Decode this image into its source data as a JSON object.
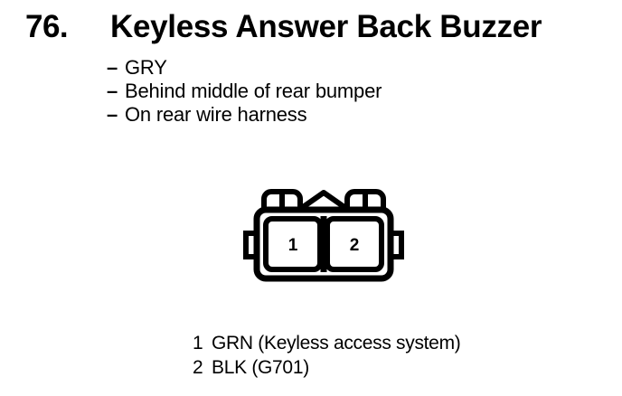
{
  "header": {
    "number": "76.",
    "title": "Keyless Answer Back Buzzer"
  },
  "details": {
    "dash": "–",
    "items": [
      {
        "text": "GRY"
      },
      {
        "text": "Behind middle of rear bumper"
      },
      {
        "text": "On rear wire harness"
      }
    ]
  },
  "connector": {
    "pins": [
      {
        "number": "1"
      },
      {
        "number": "2"
      }
    ],
    "outline_color": "#000000",
    "fill_color": "#ffffff"
  },
  "legend": {
    "rows": [
      {
        "pin": "1",
        "label": "GRN (Keyless access system)"
      },
      {
        "pin": "2",
        "label": "BLK (G701)"
      }
    ]
  }
}
